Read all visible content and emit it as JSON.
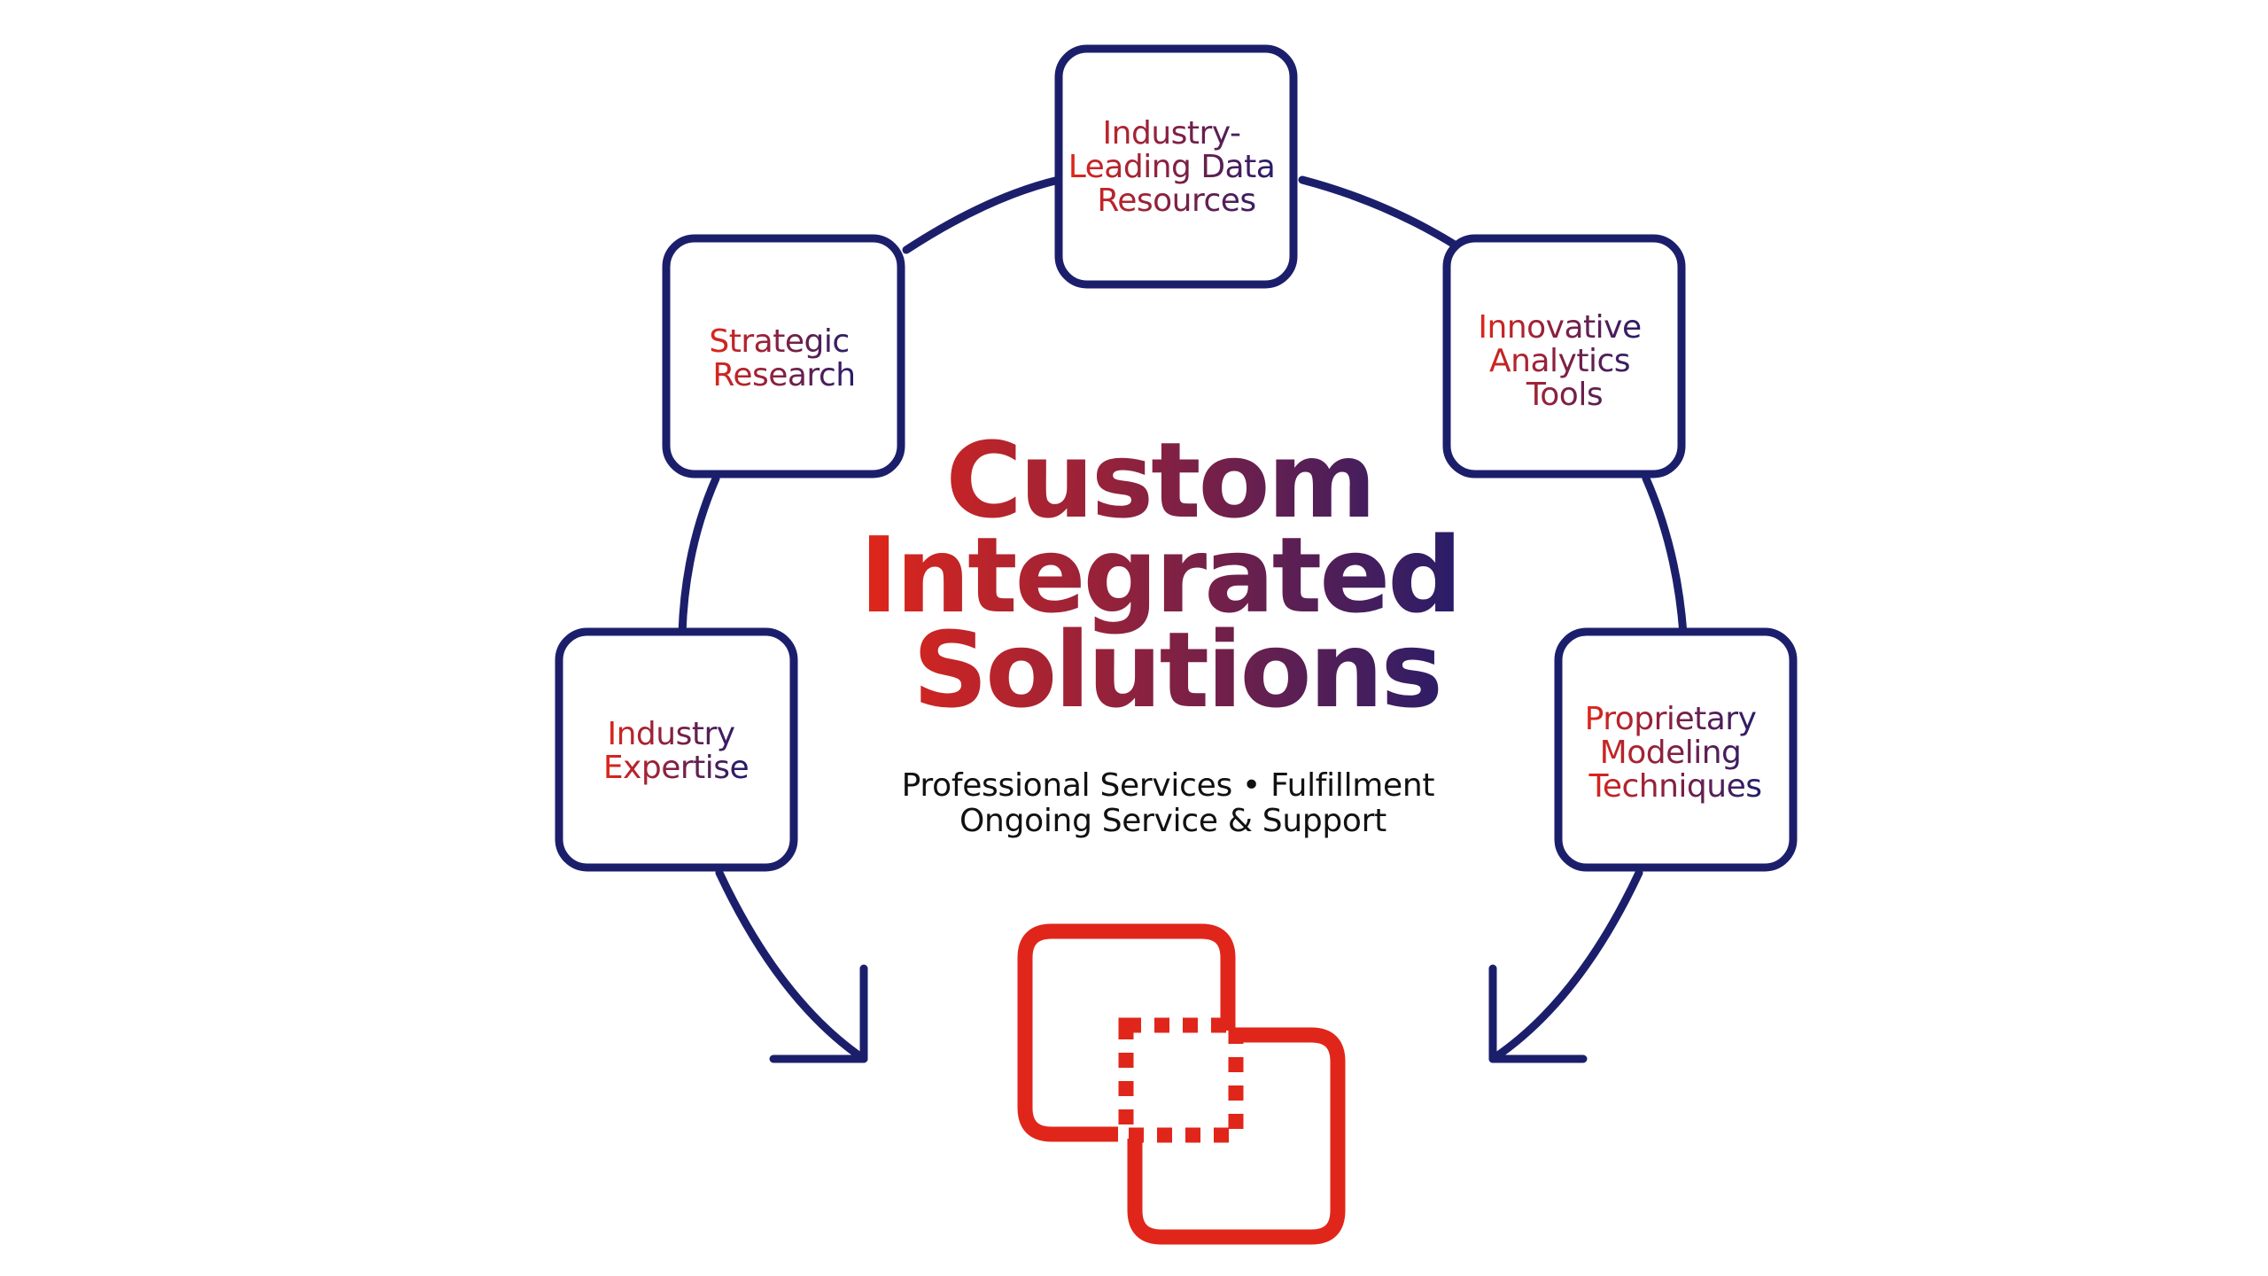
{
  "colors": {
    "navy": "#1b1f6b",
    "red": "#e0261a",
    "gradient_start": "#e0261a",
    "gradient_end": "#1e1c6e",
    "subtitle": "#111111"
  },
  "center": {
    "title_lines": [
      "Custom",
      "Integrated",
      "Solutions"
    ],
    "subtitle_lines": [
      "Professional Services • Fulfillment",
      "Ongoing Service & Support"
    ]
  },
  "nodes": [
    {
      "id": "industry-leading-data-resources",
      "lines": [
        "Industry-",
        "Leading Data",
        "Resources"
      ]
    },
    {
      "id": "strategic-research",
      "lines": [
        "Strategic",
        "Research"
      ]
    },
    {
      "id": "innovative-analytics-tools",
      "lines": [
        "Innovative",
        "Analytics",
        "Tools"
      ]
    },
    {
      "id": "industry-expertise",
      "lines": [
        "Industry",
        "Expertise"
      ]
    },
    {
      "id": "proprietary-modeling-techniques",
      "lines": [
        "Proprietary",
        "Modeling",
        "Techniques"
      ]
    }
  ],
  "icons": {
    "bottom": "integration-overlap-squares-icon",
    "left_arrow": "curved-arrow-down-right-icon",
    "right_arrow": "curved-arrow-down-left-icon"
  }
}
